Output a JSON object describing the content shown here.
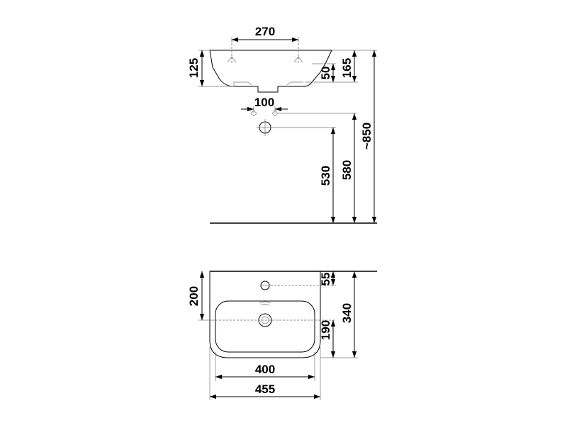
{
  "side_view": {
    "tap_spacing": "270",
    "basin_height": "125",
    "overflow_height": "50",
    "waste_height": "165",
    "bracket_spacing": "100",
    "waste_center_height": "530",
    "bracket_height": "580",
    "rim_height": "~850"
  },
  "top_view": {
    "tap_hole_offset": "55",
    "front_depth": "200",
    "drain_offset": "190",
    "total_depth": "340",
    "bowl_width": "400",
    "total_width": "455"
  }
}
